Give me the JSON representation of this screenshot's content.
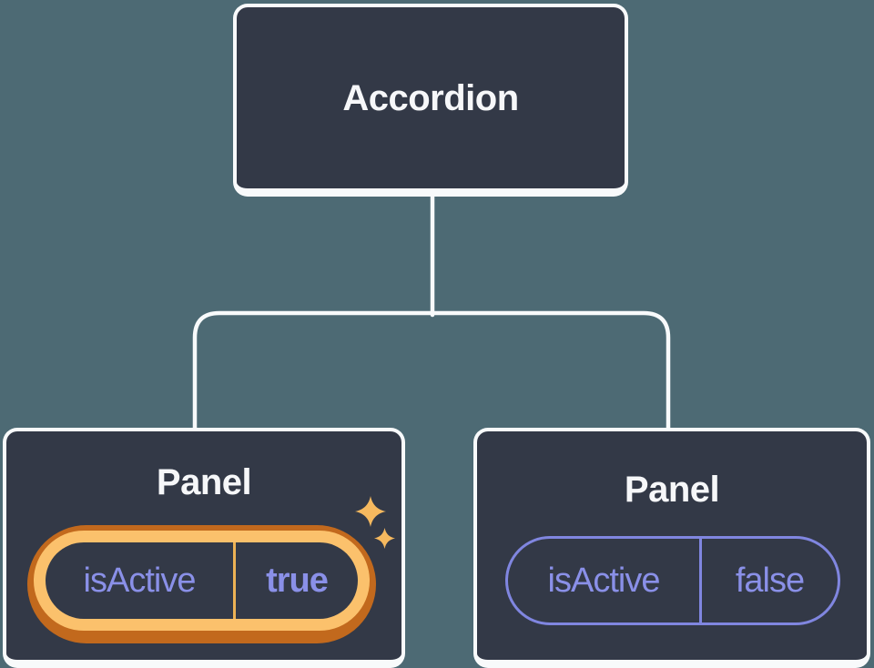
{
  "tree": {
    "root": {
      "label": "Accordion"
    },
    "children": [
      {
        "label": "Panel",
        "state": {
          "key": "isActive",
          "value": "true"
        },
        "highlighted": true
      },
      {
        "label": "Panel",
        "state": {
          "key": "isActive",
          "value": "false"
        },
        "highlighted": false
      }
    ]
  },
  "colors": {
    "background": "#4D6A74",
    "node_fill": "#333947",
    "node_border": "#F8FAFB",
    "node_text": "#F6F7F9",
    "connector_line": "#F8FAFB",
    "state_text": "#8A90E8",
    "state_pill_border": "#8086E0",
    "highlight_ring_outer": "#C2691D",
    "highlight_ring_inner": "#FBC16C",
    "highlight_divider": "#EDB255",
    "sparkle": "#F6B95F"
  }
}
